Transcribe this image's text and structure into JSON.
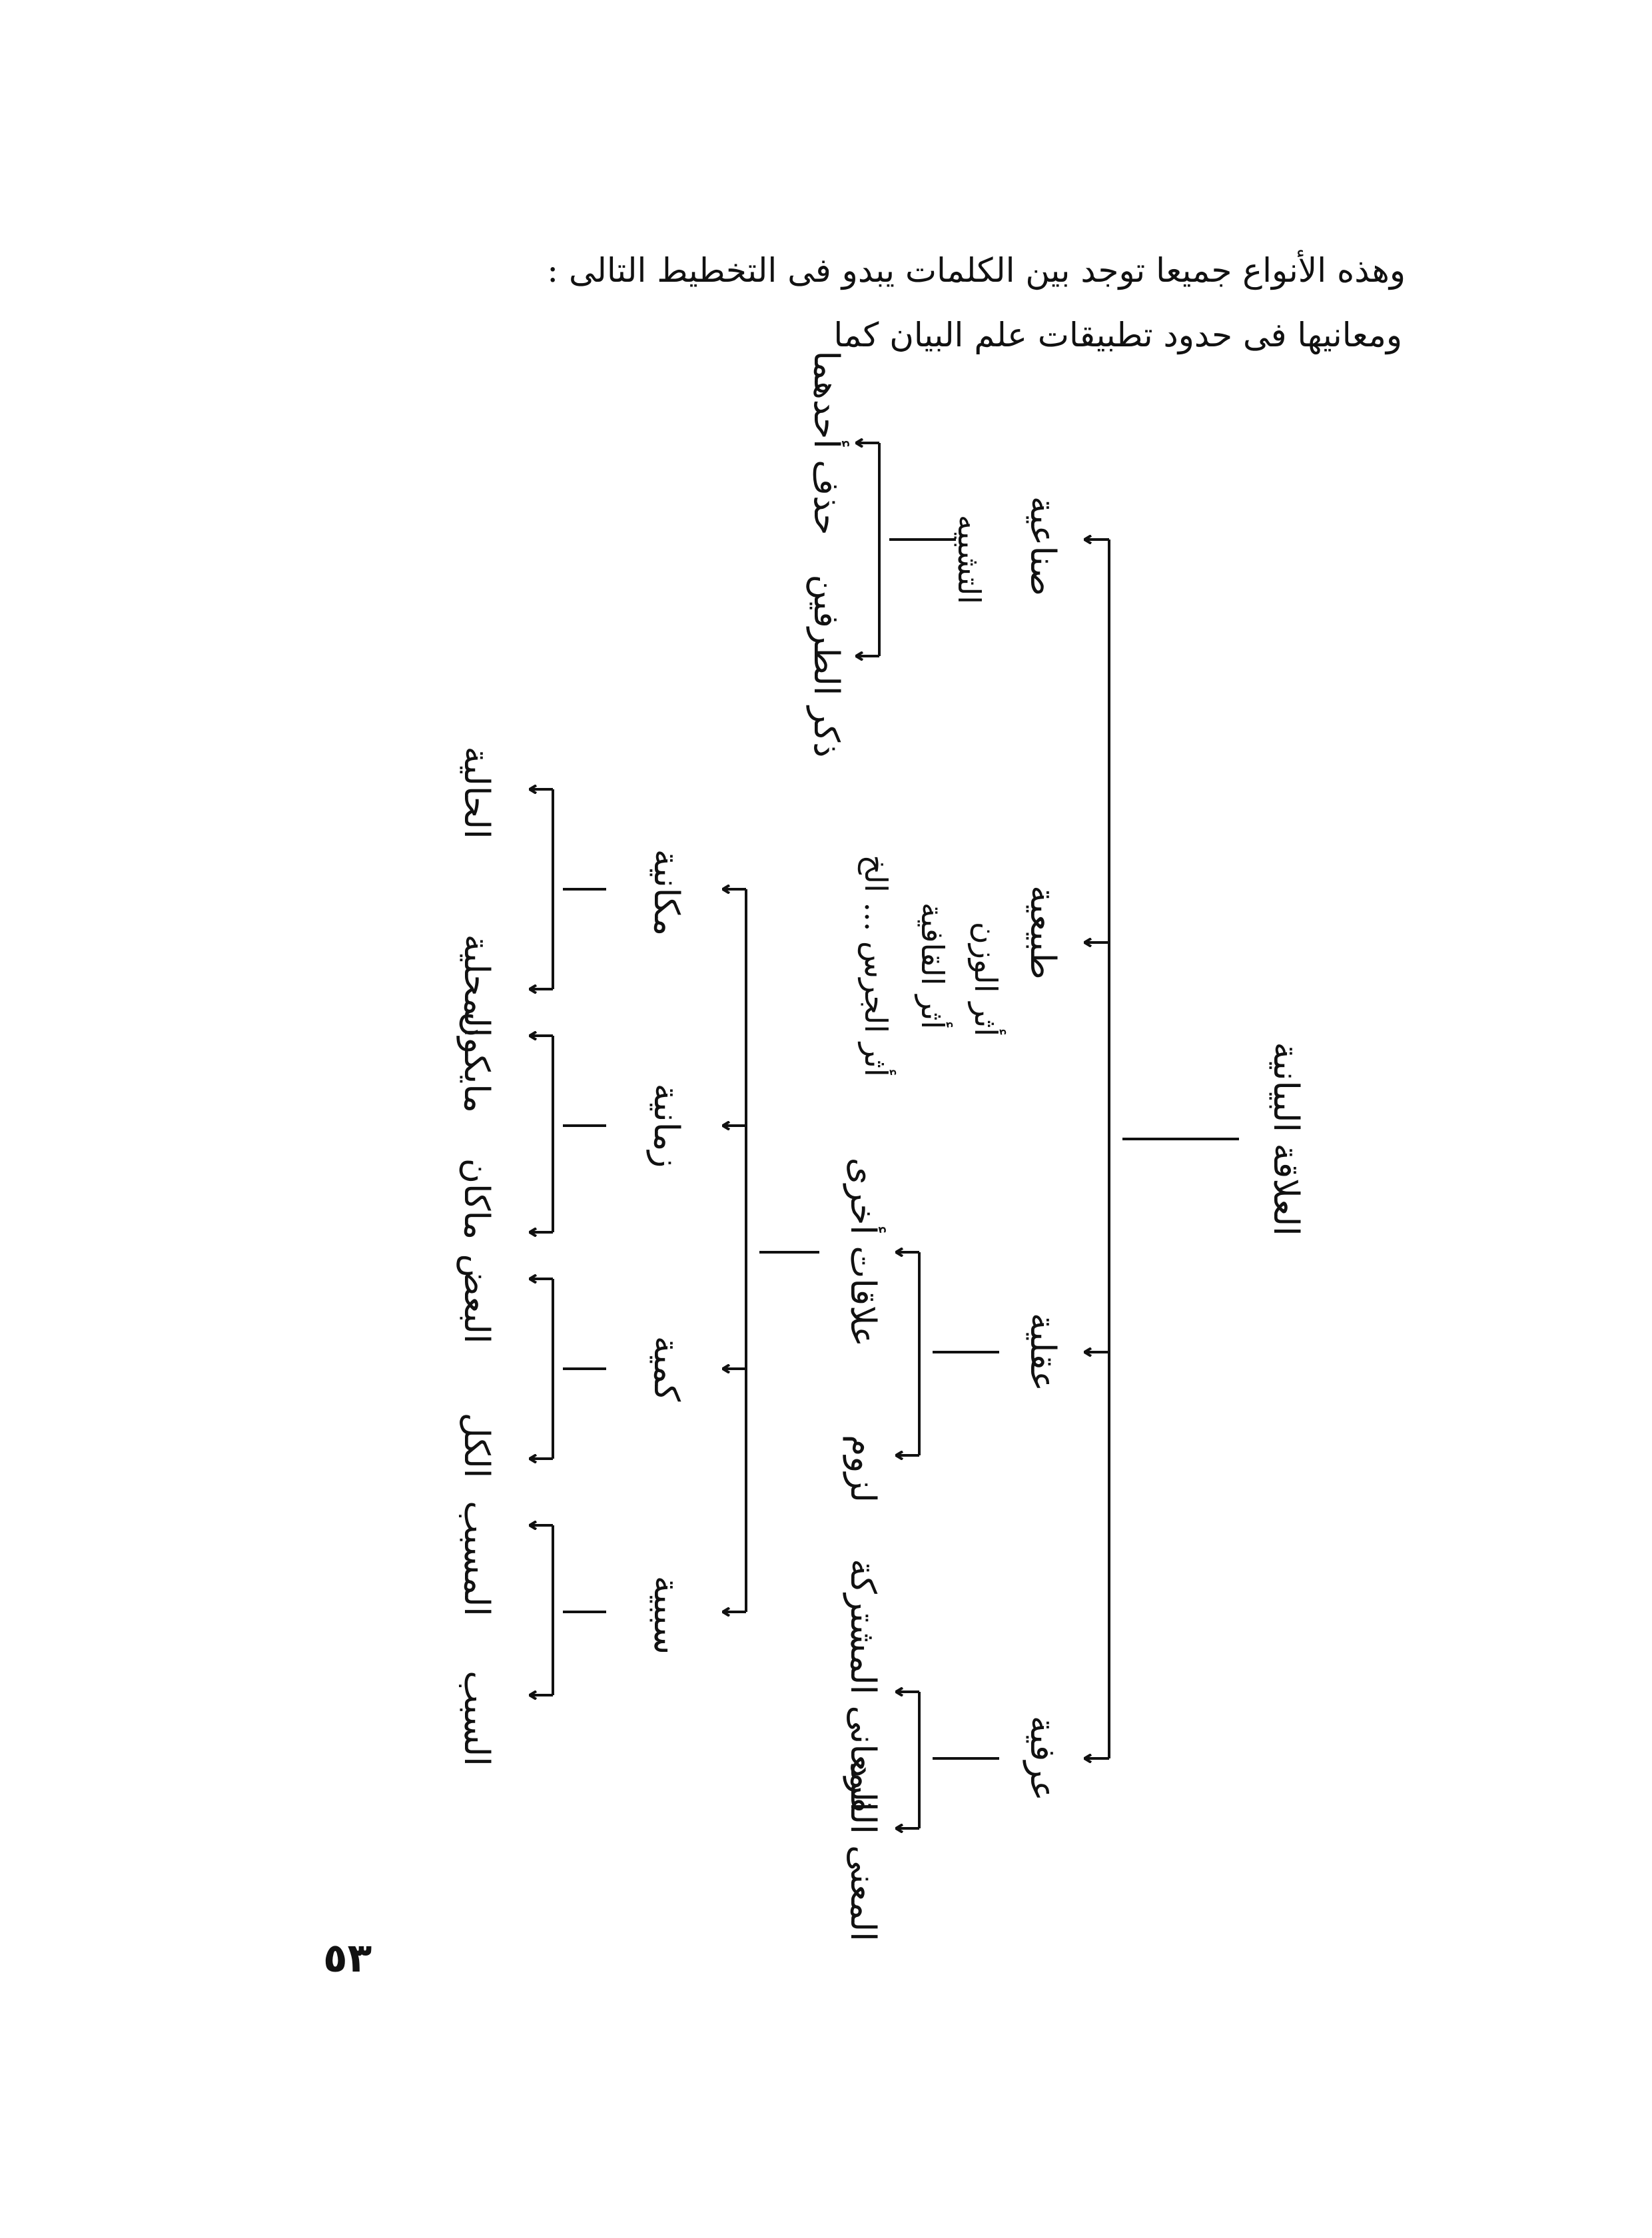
{
  "intro": {
    "line1": "وهذه الأنواع جميعا توجد بين الكلمات    يبدو فى التخطيط التالى :",
    "line2": "ومعانيها فى حدود تطبيقات علم البيان كما"
  },
  "diagram": {
    "root": "العلاقة البيانية",
    "level1": {
      "sinaiya": "صناعية",
      "tabiiya": "طبيعية",
      "aqliya": "عقلية",
      "urfiya": "عرفية"
    },
    "sinaiya_hub": "التشبيه",
    "sinaiya_children": {
      "hadhf": "حذف أحدهما",
      "dhikr": "ذكر الطرفين"
    },
    "tabiiya_items": [
      "أثر الوزن",
      "أثر القافية",
      "أثر الجرس ... الخ"
    ],
    "aqliya_children": {
      "other": "علاقات أخرى",
      "luzum": "لزوم"
    },
    "urfiya_children": {
      "mushtaraka": "المعانى المشتركة",
      "fard": "المعنى الفرد"
    },
    "other_children": {
      "makaniya": "مكانية",
      "zamaniya": "زمانية",
      "kammiya": "كمية",
      "sababiya": "سببية"
    },
    "leaves": {
      "hal": "الحالية",
      "mahal": "المحلية",
      "yakun": "مايكون",
      "kan": "ماكان",
      "kull": "الكل",
      "baad": "البعض",
      "sabab": "السبب",
      "musabbab": "المسبب"
    }
  },
  "page_number": "٥٣"
}
